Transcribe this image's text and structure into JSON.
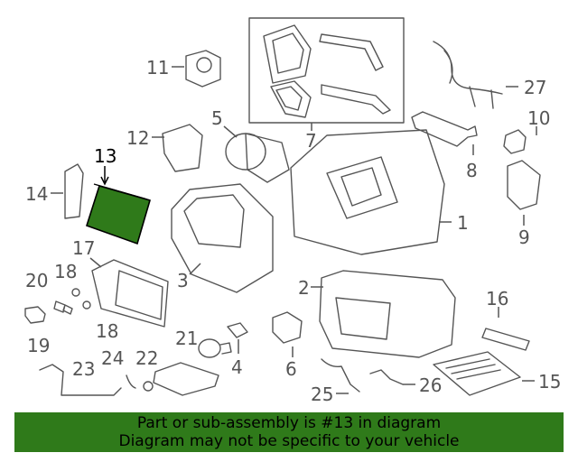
{
  "callouts": {
    "c1": "1",
    "c2": "2",
    "c3": "3",
    "c4": "4",
    "c5": "5",
    "c6": "6",
    "c7": "7",
    "c8": "8",
    "c9": "9",
    "c10": "10",
    "c11": "11",
    "c12": "12",
    "c13": "13",
    "c14": "14",
    "c15": "15",
    "c16": "16",
    "c17": "17",
    "c18a": "18",
    "c18b": "18",
    "c19": "19",
    "c20": "20",
    "c21": "21",
    "c22": "22",
    "c23": "23",
    "c24": "24",
    "c25": "25",
    "c26": "26",
    "c27": "27"
  },
  "highlight": {
    "part_number": "13",
    "color": "#2f7a1a"
  },
  "banner": {
    "line1": "Part or sub-assembly is #13 in diagram",
    "line2": "Diagram may not be specific to your vehicle",
    "color": "#2f7a1a"
  }
}
